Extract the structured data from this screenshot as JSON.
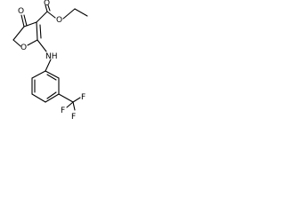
{
  "molecule": {
    "atoms": {
      "ketone_oxygen": "O",
      "ester_carbonyl_oxygen": "O",
      "ester_ether_oxygen": "O",
      "ring_oxygen": "O",
      "amine": "NH",
      "fluorine_top": "F",
      "fluorine_left": "F",
      "fluorine_bottom": "F"
    },
    "colors": {
      "ink": "#000000",
      "background": "#ffffff"
    }
  }
}
